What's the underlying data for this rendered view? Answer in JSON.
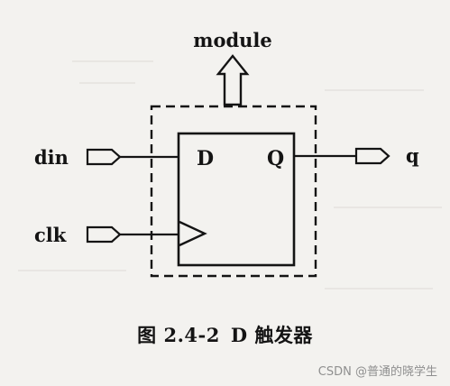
{
  "diagram": {
    "module_label": "module",
    "ports": {
      "input_data": "din",
      "input_clock": "clk",
      "output": "q"
    },
    "flipflop": {
      "d_pin": "D",
      "q_pin": "Q"
    }
  },
  "caption": {
    "figure_number": "图 2.4-2",
    "title": "D 触发器"
  },
  "watermark": "CSDN @普通的晓学生",
  "colors": {
    "ink": "#141414",
    "paper": "#f3f2ef",
    "watermark": "#8f8f8f"
  }
}
